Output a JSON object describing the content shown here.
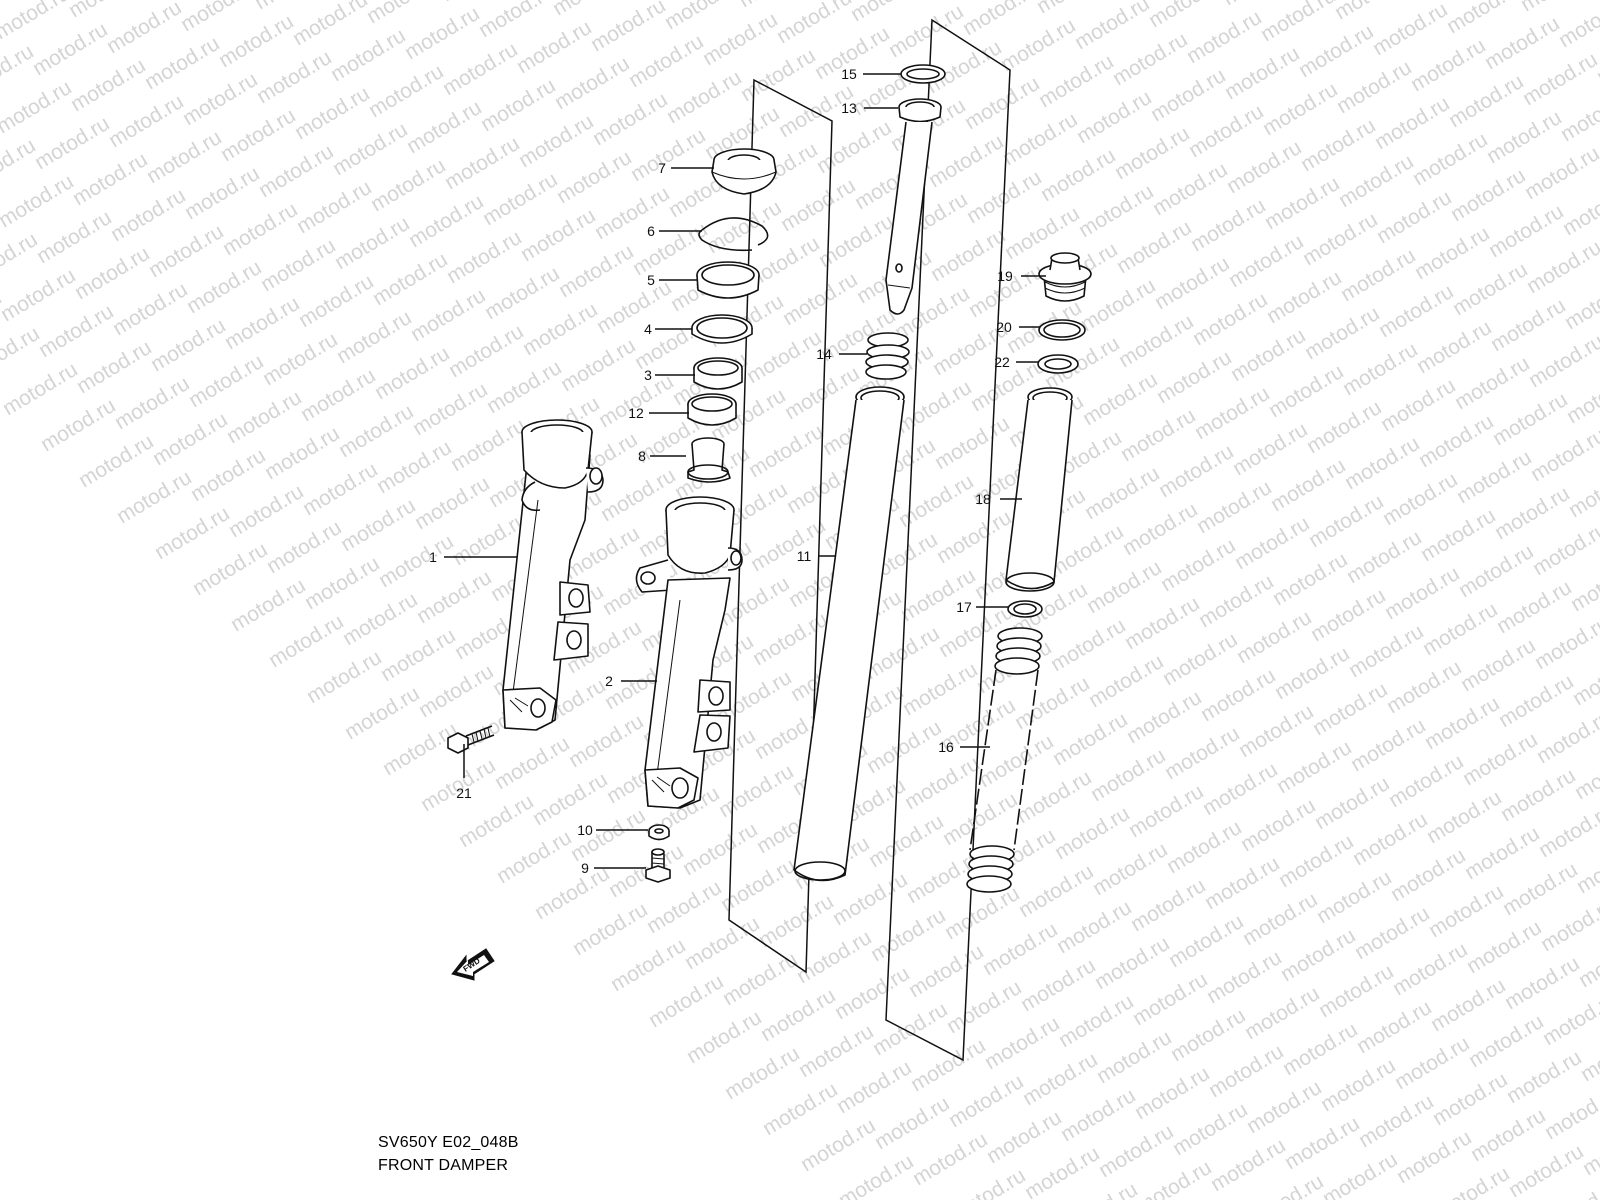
{
  "watermark": {
    "text": "motod.ru"
  },
  "arrow": {
    "label": "FWD"
  },
  "callouts": [
    {
      "n": "1"
    },
    {
      "n": "2"
    },
    {
      "n": "3"
    },
    {
      "n": "4"
    },
    {
      "n": "5"
    },
    {
      "n": "6"
    },
    {
      "n": "7"
    },
    {
      "n": "8"
    },
    {
      "n": "9"
    },
    {
      "n": "10"
    },
    {
      "n": "11"
    },
    {
      "n": "12"
    },
    {
      "n": "13"
    },
    {
      "n": "14"
    },
    {
      "n": "15"
    },
    {
      "n": "16"
    },
    {
      "n": "17"
    },
    {
      "n": "18"
    },
    {
      "n": "19"
    },
    {
      "n": "20"
    },
    {
      "n": "21"
    },
    {
      "n": "22"
    }
  ],
  "footer": {
    "code": "SV650Y E02_048B",
    "title": "FRONT DAMPER"
  }
}
